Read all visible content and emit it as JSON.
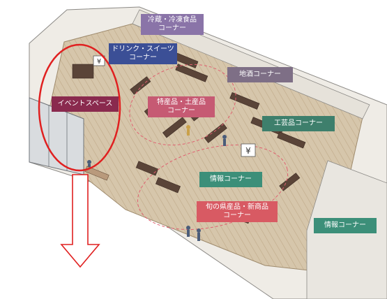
{
  "floor_plan": {
    "labels": {
      "frozen": "冷蔵・冷凍食品\nコーナー",
      "drinks": "ドリンク・スイーツ\nコーナー",
      "sake": "地酒コーナー",
      "event": "イベントスペース",
      "specialty": "特産品・土産品\nコーナー",
      "crafts": "工芸品コーナー",
      "info_center": "情報コーナー",
      "seasonal": "旬の県産品・新商品\nコーナー",
      "info_right": "情報コーナー"
    },
    "yen_sign": "¥",
    "colors": {
      "frozen": "#8a74a8",
      "drinks": "#3b4f96",
      "sake": "#7e6f86",
      "event": "#8a2a4e",
      "specialty": "#c65a73",
      "crafts": "#3e7f6c",
      "info": "#3c8f79",
      "seasonal": "#d85a63",
      "highlight": "#e02020",
      "floor": "#cbb89a"
    }
  }
}
